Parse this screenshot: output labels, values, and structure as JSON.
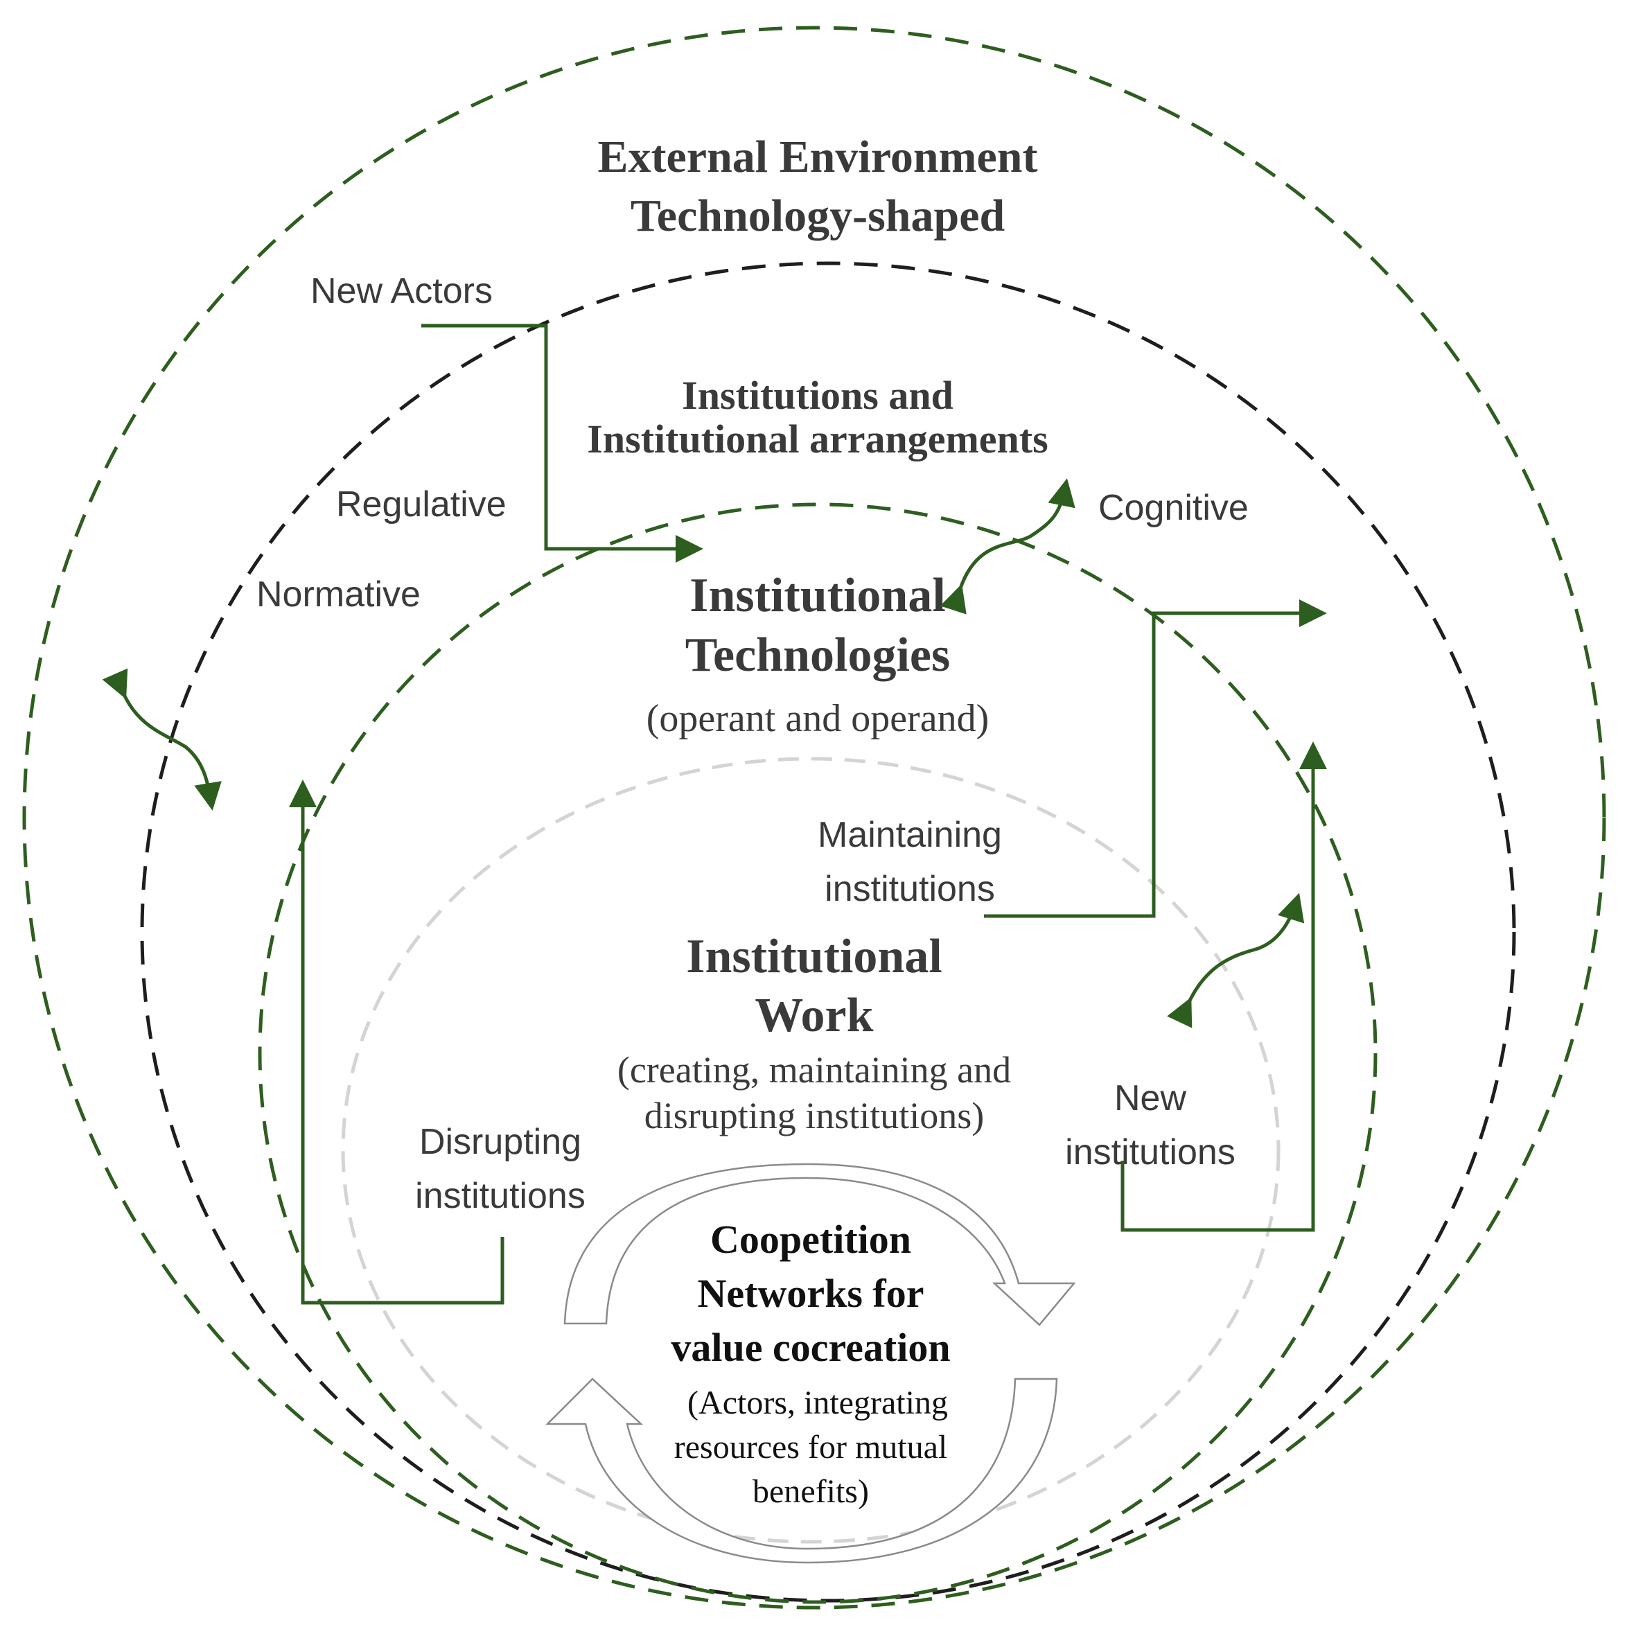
{
  "colors": {
    "green": "#2e5e1f",
    "black": "#1e1e1e",
    "grey": "#d4d4d4",
    "text": "#3a3a3a"
  },
  "layers": {
    "external_environment": {
      "title_line1": "External Environment",
      "title_line2": "Technology-shaped"
    },
    "institutions": {
      "title_line1": "Institutions and",
      "title_line2": "Institutional arrangements"
    },
    "institutional_technologies": {
      "title_line1": "Institutional",
      "title_line2": "Technologies",
      "subtitle": "(operant and operand)"
    },
    "institutional_work": {
      "title_line1": "Institutional",
      "title_line2": "Work",
      "subtitle_line1": "(creating, maintaining  and",
      "subtitle_line2": "disrupting institutions)"
    },
    "core": {
      "title_line1": "Coopetition",
      "title_line2": "Networks for",
      "title_line3": "value cocreation",
      "subtitle_line1": "(Actors, integrating",
      "subtitle_line2": "resources for mutual",
      "subtitle_line3": "benefits)"
    }
  },
  "labels": {
    "new_actors": "New Actors",
    "regulative": "Regulative",
    "normative": "Normative",
    "cognitive": "Cognitive",
    "maintaining_line1": "Maintaining",
    "maintaining_line2": "institutions",
    "disrupting_line1": "Disrupting",
    "disrupting_line2": "institutions",
    "new_institutions_line1": "New",
    "new_institutions_line2": "institutions"
  }
}
